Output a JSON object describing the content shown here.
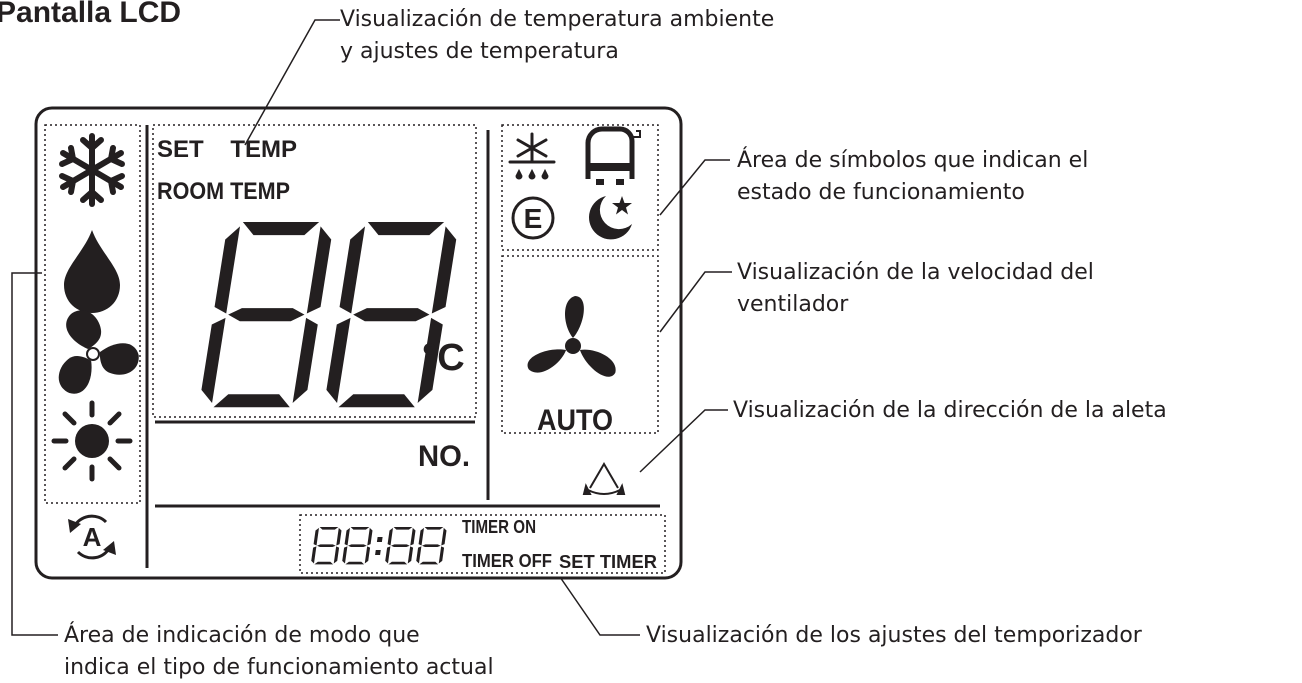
{
  "title": "Pantalla LCD",
  "callouts": {
    "temperature_1": "Visualización de temperatura ambiente",
    "temperature_2": "y ajustes de temperatura",
    "symbols_1": "Área de símbolos que indican el",
    "symbols_2": "estado de funcionamiento",
    "fan_1": "Visualización de la velocidad del",
    "fan_2": "ventilador",
    "flap": "Visualización de la dirección de la aleta",
    "timer": "Visualización de los ajustes del temporizador",
    "mode_1": "Área de indicación de modo que",
    "mode_2": "indica el tipo de funcionamiento actual"
  },
  "lcd": {
    "set_temp": "SET    TEMP",
    "room_temp": "ROOM TEMP",
    "digits": "88",
    "unit": "°C",
    "number_label": "NO.",
    "fan_speed": "AUTO",
    "clock_digits": "88:88",
    "timer_on": "TIMER ON",
    "timer_off": "TIMER OFF",
    "set_timer": "SET TIMER",
    "auto_icon_letter": "A",
    "eco_icon_letter": "E"
  },
  "icons": {
    "mode": [
      "snowflake-icon",
      "drop-icon",
      "fan-icon",
      "sun-icon"
    ],
    "auto": "auto-mode-icon",
    "status": [
      "defrost-icon",
      "water-tank-icon",
      "eco-icon",
      "sleep-icon"
    ],
    "fan": "fan-speed-icon",
    "swing": "swing-icon"
  }
}
